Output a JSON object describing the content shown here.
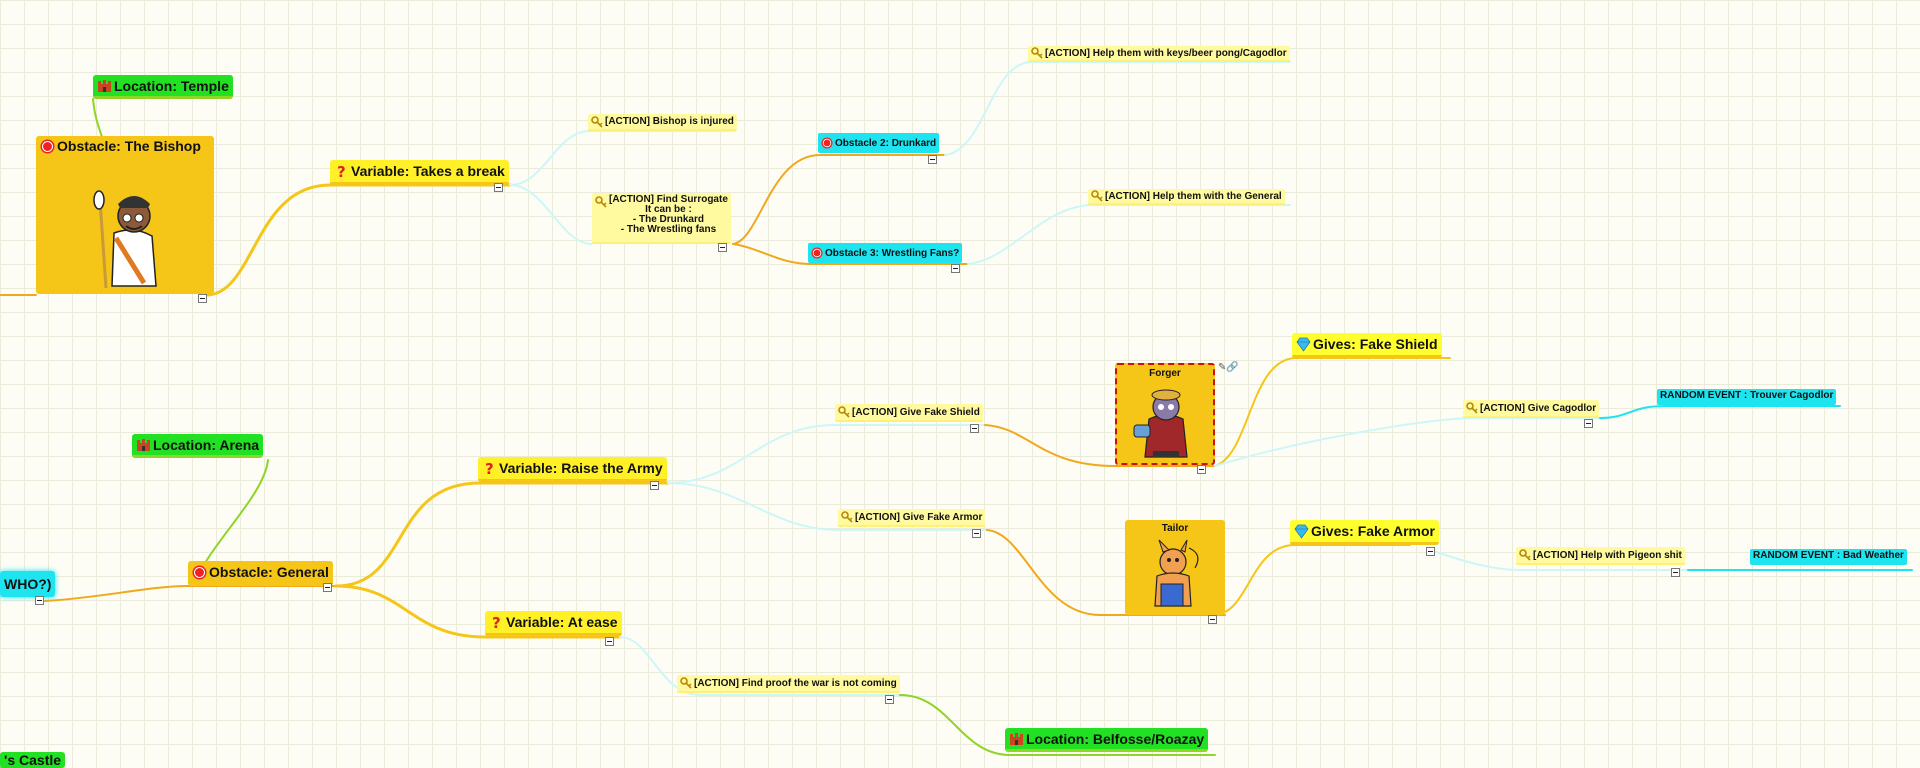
{
  "nodes": {
    "loc_temple": "Location: Temple",
    "obs_bishop": "Obstacle: The Bishop",
    "var_break": "Variable: Takes a break",
    "act_bishop_injured": "[ACTION] Bishop is injured",
    "act_find_surrogate": "[ACTION] Find Surrogate\nIt can be :\n- The Drunkard\n- The Wrestling fans",
    "obs_drunkard": "Obstacle 2: Drunkard",
    "act_keys": "[ACTION] Help them with keys/beer pong/Cagodlor",
    "obs_wrestling": "Obstacle 3: Wrestling Fans?",
    "act_help_general": "[ACTION] Help them with the General",
    "loc_arena": "Location: Arena",
    "obs_general": "Obstacle: General",
    "who_partial": "WHO?)",
    "var_army": "Variable: Raise the Army",
    "var_ease": "Variable: At ease",
    "act_shield": "[ACTION] Give Fake Shield",
    "act_armor": "[ACTION] Give Fake Armor",
    "forger_caption": "Forger",
    "tailor_caption": "Tailor",
    "gives_shield": "Gives: Fake Shield",
    "gives_armor": "Gives: Fake Armor",
    "act_cagodlor": "[ACTION] Give Cagodlor",
    "event_cagodlor": "RANDOM EVENT : Trouver Cagodlor",
    "act_pigeon": "[ACTION] Help with Pigeon shit",
    "event_weather": "RANDOM EVENT : Bad Weather",
    "act_proof": "[ACTION] Find proof the war is not coming",
    "loc_belfosse": "Location: Belfosse/Roazay",
    "castle_partial": "'s Castle"
  },
  "icons": {
    "location": "castle-icon",
    "obstacle": "stop-icon",
    "variable": "question-icon",
    "action": "key-icon",
    "gives": "diamond-icon",
    "attachment": "link-icon"
  },
  "colors": {
    "location": "#22e022",
    "variable": "#fff028",
    "obstacle": "#f5c518",
    "cyan": "#1ee4f0",
    "action": "#fffaa0",
    "edge_yellow": "#f5c518",
    "edge_orange": "#f0a81c",
    "edge_green": "#8fd426",
    "edge_lightcyan": "#cdf7f7"
  }
}
